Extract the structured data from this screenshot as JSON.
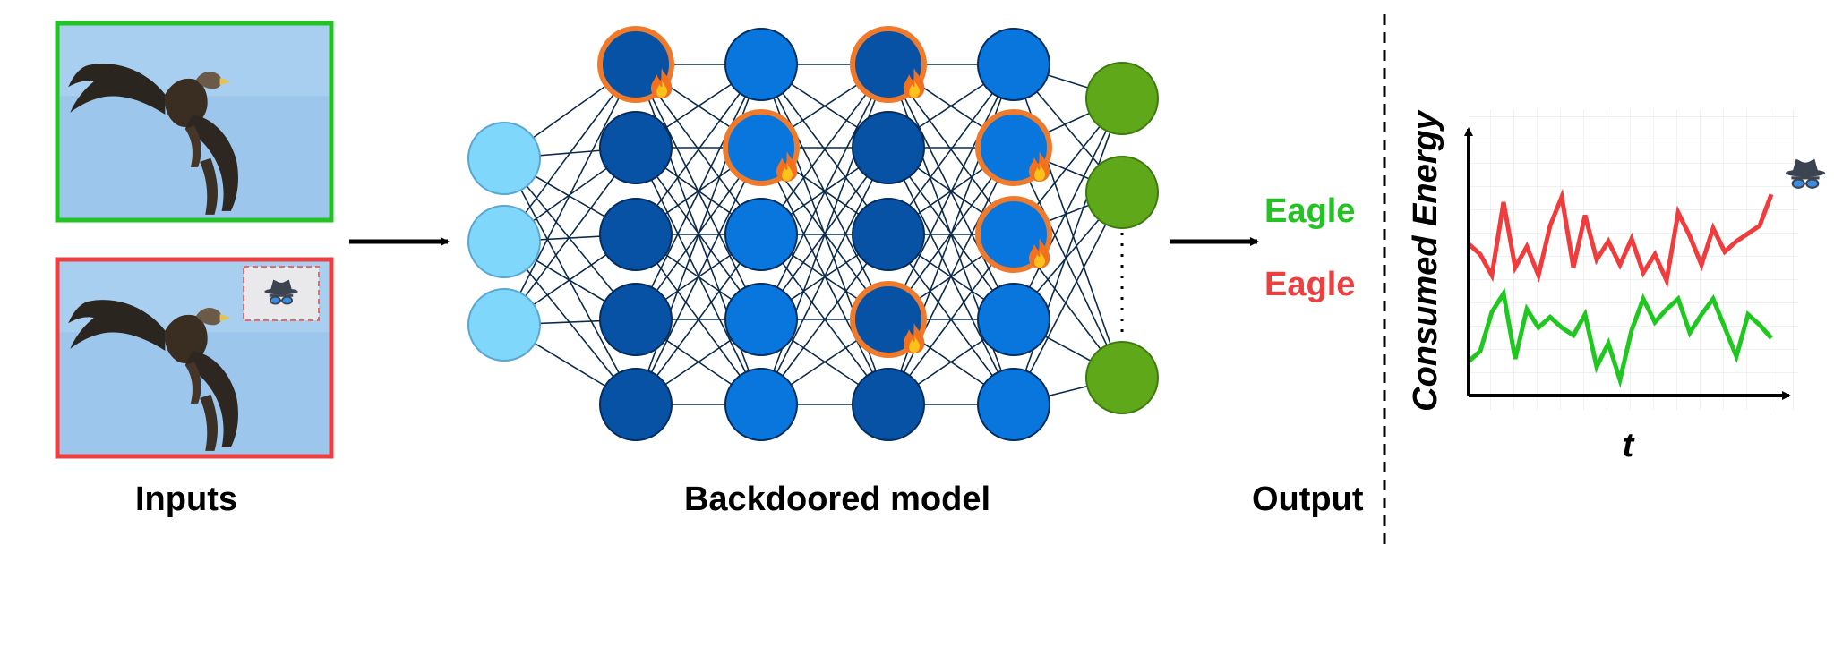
{
  "labels": {
    "inputs": "Inputs",
    "model": "Backdoored model",
    "output": "Output",
    "prediction_clean": "Eagle",
    "prediction_triggered": "Eagle"
  },
  "energy_plot": {
    "ylabel": "Consumed Energy",
    "xlabel": "t",
    "series": [
      {
        "color": "#f03c3c",
        "values": [
          0.58,
          0.54,
          0.46,
          0.74,
          0.49,
          0.57,
          0.46,
          0.65,
          0.76,
          0.49,
          0.69,
          0.52,
          0.59,
          0.5,
          0.6,
          0.47,
          0.54,
          0.44,
          0.7,
          0.61,
          0.5,
          0.64,
          0.55,
          0.59,
          0.62,
          0.65,
          0.77
        ]
      },
      {
        "color": "#1ec81e",
        "values": [
          0.13,
          0.17,
          0.32,
          0.39,
          0.14,
          0.33,
          0.26,
          0.3,
          0.26,
          0.23,
          0.31,
          0.11,
          0.2,
          0.06,
          0.25,
          0.37,
          0.28,
          0.33,
          0.37,
          0.24,
          0.31,
          0.37,
          0.26,
          0.15,
          0.31,
          0.27,
          0.22
        ]
      }
    ]
  },
  "colors": {
    "clean_frame": "#22c322",
    "trigger_frame": "#ec4040",
    "input_node": "#7fd7fb",
    "dark_node": "#0852a5",
    "light_node": "#0876dc",
    "output_node": "#5ea81a",
    "hot_ring": "#f07a2c",
    "sky": "#9cc6ec"
  },
  "icons": {
    "trigger": "spy-hat-glasses-icon",
    "activation": "fire-icon",
    "arrow": "right-arrow-icon"
  }
}
